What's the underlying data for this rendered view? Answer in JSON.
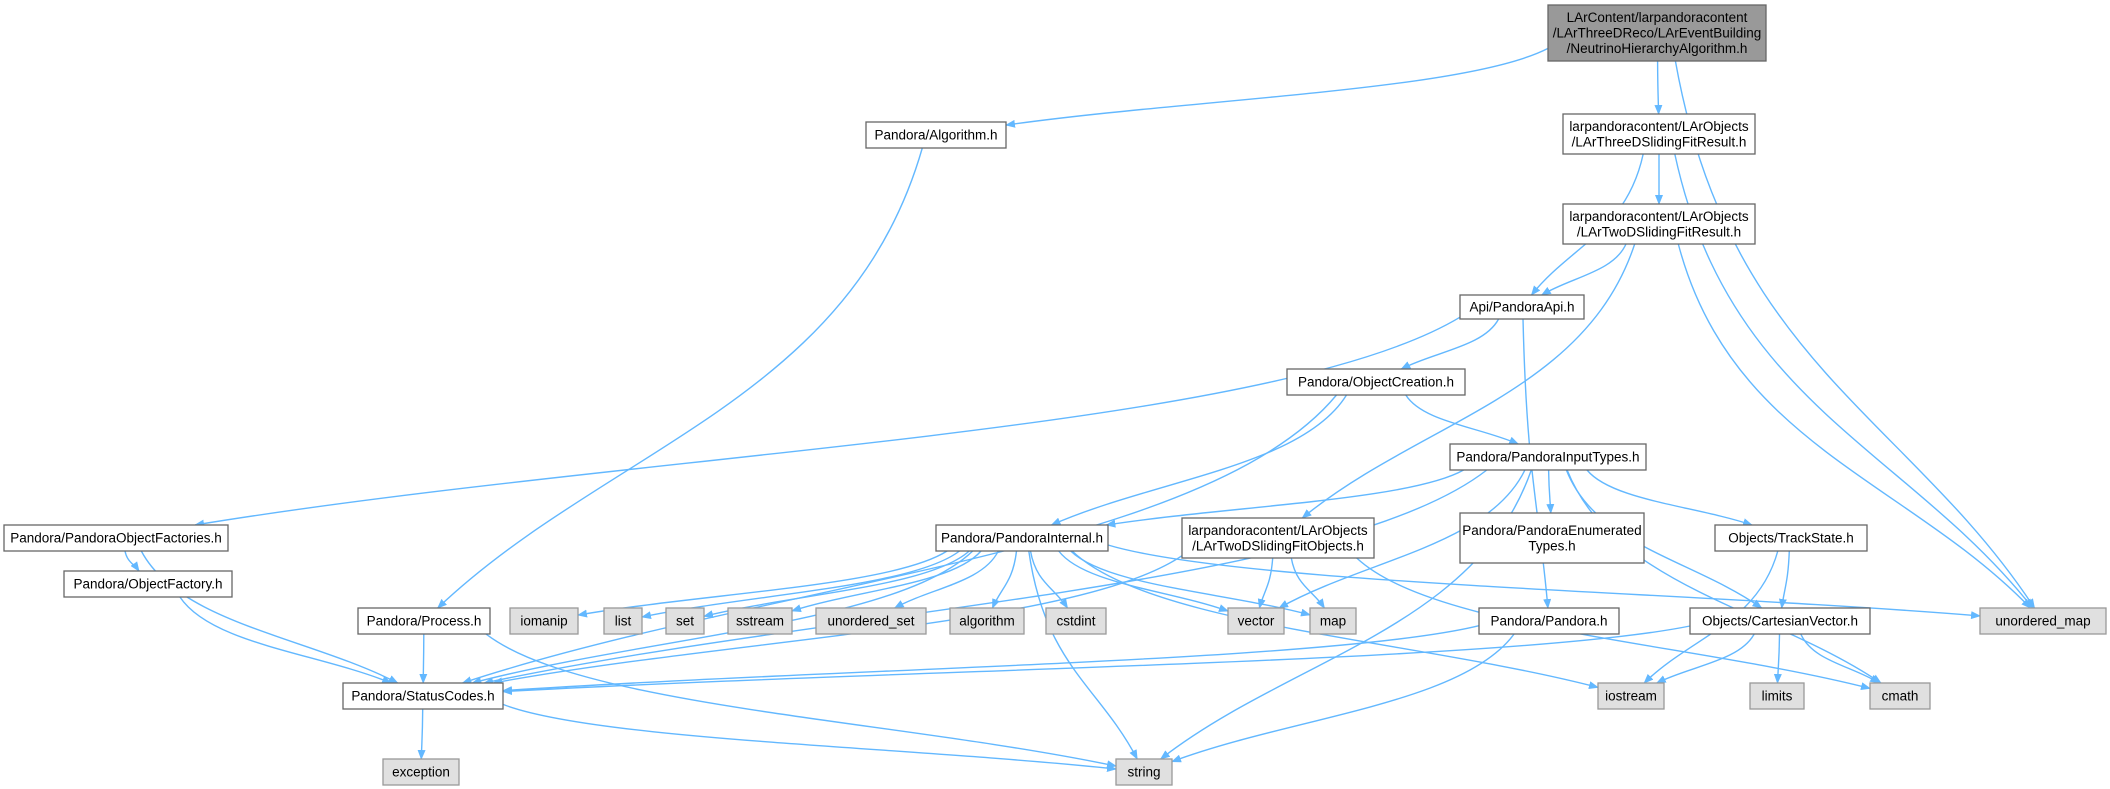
{
  "colors": {
    "edge": "#63b8ff",
    "root_fill": "#999999",
    "root_border": "#666666",
    "file_fill": "#ffffff",
    "file_border": "#666666",
    "system_fill": "#e0e0e0",
    "system_border": "#999999"
  },
  "nodes": [
    {
      "id": "root",
      "kind": "root",
      "lines": [
        "LArContent/larpandoracontent",
        "/LArThreeDReco/LArEventBuilding",
        "/NeutrinoHierarchyAlgorithm.h"
      ]
    },
    {
      "id": "algorithm",
      "kind": "file",
      "lines": [
        "Pandora/Algorithm.h"
      ]
    },
    {
      "id": "threed_sliding",
      "kind": "file",
      "lines": [
        "larpandoracontent/LArObjects",
        "/LArThreeDSlidingFitResult.h"
      ]
    },
    {
      "id": "twod_sliding",
      "kind": "file",
      "lines": [
        "larpandoracontent/LArObjects",
        "/LArTwoDSlidingFitResult.h"
      ]
    },
    {
      "id": "pandora_api",
      "kind": "file",
      "lines": [
        "Api/PandoraApi.h"
      ]
    },
    {
      "id": "object_creation",
      "kind": "file",
      "lines": [
        "Pandora/ObjectCreation.h"
      ]
    },
    {
      "id": "input_types",
      "kind": "file",
      "lines": [
        "Pandora/PandoraInputTypes.h"
      ]
    },
    {
      "id": "object_factories",
      "kind": "file",
      "lines": [
        "Pandora/PandoraObjectFactories.h"
      ]
    },
    {
      "id": "object_factory",
      "kind": "file",
      "lines": [
        "Pandora/ObjectFactory.h"
      ]
    },
    {
      "id": "pandora_internal",
      "kind": "file",
      "lines": [
        "Pandora/PandoraInternal.h"
      ]
    },
    {
      "id": "twod_fit_objects",
      "kind": "file",
      "lines": [
        "larpandoracontent/LArObjects",
        "/LArTwoDSlidingFitObjects.h"
      ]
    },
    {
      "id": "enumerated_types",
      "kind": "file",
      "lines": [
        "Pandora/PandoraEnumerated",
        "Types.h"
      ]
    },
    {
      "id": "track_state",
      "kind": "file",
      "lines": [
        "Objects/TrackState.h"
      ]
    },
    {
      "id": "process",
      "kind": "file",
      "lines": [
        "Pandora/Process.h"
      ]
    },
    {
      "id": "pandora",
      "kind": "file",
      "lines": [
        "Pandora/Pandora.h"
      ]
    },
    {
      "id": "cartesian_vector",
      "kind": "file",
      "lines": [
        "Objects/CartesianVector.h"
      ]
    },
    {
      "id": "status_codes",
      "kind": "file",
      "lines": [
        "Pandora/StatusCodes.h"
      ]
    },
    {
      "id": "unordered_map",
      "kind": "system",
      "lines": [
        "unordered_map"
      ]
    },
    {
      "id": "iomanip",
      "kind": "system",
      "lines": [
        "iomanip"
      ]
    },
    {
      "id": "list",
      "kind": "system",
      "lines": [
        "list"
      ]
    },
    {
      "id": "set",
      "kind": "system",
      "lines": [
        "set"
      ]
    },
    {
      "id": "sstream",
      "kind": "system",
      "lines": [
        "sstream"
      ]
    },
    {
      "id": "unordered_set",
      "kind": "system",
      "lines": [
        "unordered_set"
      ]
    },
    {
      "id": "algorithm_std",
      "kind": "system",
      "lines": [
        "algorithm"
      ]
    },
    {
      "id": "cstdint",
      "kind": "system",
      "lines": [
        "cstdint"
      ]
    },
    {
      "id": "vector",
      "kind": "system",
      "lines": [
        "vector"
      ]
    },
    {
      "id": "map",
      "kind": "system",
      "lines": [
        "map"
      ]
    },
    {
      "id": "iostream",
      "kind": "system",
      "lines": [
        "iostream"
      ]
    },
    {
      "id": "limits",
      "kind": "system",
      "lines": [
        "limits"
      ]
    },
    {
      "id": "cmath",
      "kind": "system",
      "lines": [
        "cmath"
      ]
    },
    {
      "id": "exception",
      "kind": "system",
      "lines": [
        "exception"
      ]
    },
    {
      "id": "string",
      "kind": "system",
      "lines": [
        "string"
      ]
    }
  ],
  "edges": [
    [
      "root",
      "algorithm"
    ],
    [
      "root",
      "threed_sliding"
    ],
    [
      "root",
      "unordered_map"
    ],
    [
      "algorithm",
      "process"
    ],
    [
      "threed_sliding",
      "twod_sliding"
    ],
    [
      "threed_sliding",
      "pandora_api"
    ],
    [
      "threed_sliding",
      "unordered_map"
    ],
    [
      "twod_sliding",
      "pandora_api"
    ],
    [
      "twod_sliding",
      "twod_fit_objects"
    ],
    [
      "twod_sliding",
      "unordered_map"
    ],
    [
      "pandora_api",
      "object_factories"
    ],
    [
      "pandora_api",
      "object_creation"
    ],
    [
      "pandora_api",
      "pandora"
    ],
    [
      "object_creation",
      "status_codes"
    ],
    [
      "object_creation",
      "pandora_internal"
    ],
    [
      "object_creation",
      "input_types"
    ],
    [
      "input_types",
      "pandora_internal"
    ],
    [
      "input_types",
      "status_codes"
    ],
    [
      "input_types",
      "enumerated_types"
    ],
    [
      "input_types",
      "track_state"
    ],
    [
      "input_types",
      "cartesian_vector"
    ],
    [
      "input_types",
      "vector"
    ],
    [
      "input_types",
      "string"
    ],
    [
      "input_types",
      "cmath"
    ],
    [
      "object_factories",
      "object_factory"
    ],
    [
      "object_factories",
      "status_codes"
    ],
    [
      "object_factory",
      "status_codes"
    ],
    [
      "pandora_internal",
      "iomanip"
    ],
    [
      "pandora_internal",
      "list"
    ],
    [
      "pandora_internal",
      "set"
    ],
    [
      "pandora_internal",
      "sstream"
    ],
    [
      "pandora_internal",
      "unordered_set"
    ],
    [
      "pandora_internal",
      "algorithm_std"
    ],
    [
      "pandora_internal",
      "cstdint"
    ],
    [
      "pandora_internal",
      "vector"
    ],
    [
      "pandora_internal",
      "map"
    ],
    [
      "pandora_internal",
      "unordered_map"
    ],
    [
      "pandora_internal",
      "string"
    ],
    [
      "pandora_internal",
      "iostream"
    ],
    [
      "pandora_internal",
      "status_codes"
    ],
    [
      "twod_fit_objects",
      "vector"
    ],
    [
      "twod_fit_objects",
      "map"
    ],
    [
      "twod_fit_objects",
      "cmath"
    ],
    [
      "twod_fit_objects",
      "status_codes"
    ],
    [
      "track_state",
      "cartesian_vector"
    ],
    [
      "track_state",
      "iostream"
    ],
    [
      "cartesian_vector",
      "iostream"
    ],
    [
      "cartesian_vector",
      "limits"
    ],
    [
      "cartesian_vector",
      "cmath"
    ],
    [
      "cartesian_vector",
      "status_codes"
    ],
    [
      "process",
      "status_codes"
    ],
    [
      "process",
      "string"
    ],
    [
      "pandora",
      "status_codes"
    ],
    [
      "pandora",
      "string"
    ],
    [
      "status_codes",
      "exception"
    ],
    [
      "status_codes",
      "string"
    ]
  ]
}
